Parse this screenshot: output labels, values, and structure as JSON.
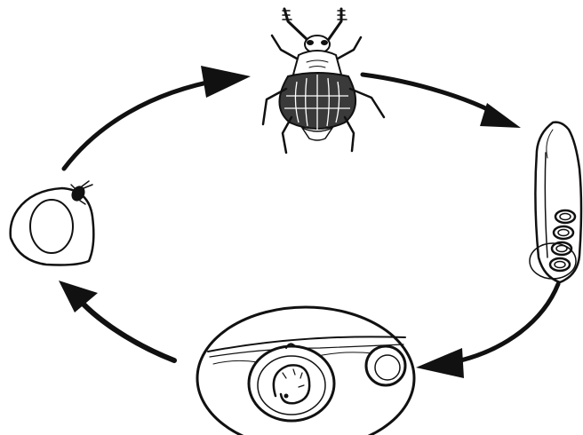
{
  "diagram": {
    "type": "life-cycle",
    "text": [],
    "stages": [
      {
        "name": "adult-beetle",
        "position": "top"
      },
      {
        "name": "eggs-on-seed-pod",
        "position": "right"
      },
      {
        "name": "larva-inside-seed",
        "position": "bottom"
      },
      {
        "name": "beetle-emerging-from-seed",
        "position": "left"
      }
    ],
    "arrows": [
      {
        "from": "adult-beetle",
        "to": "eggs-on-seed-pod"
      },
      {
        "from": "eggs-on-seed-pod",
        "to": "larva-inside-seed"
      },
      {
        "from": "larva-inside-seed",
        "to": "beetle-emerging-from-seed"
      },
      {
        "from": "beetle-emerging-from-seed",
        "to": "adult-beetle"
      }
    ],
    "colors": {
      "ink": "#111111",
      "background": "#ffffff"
    }
  }
}
